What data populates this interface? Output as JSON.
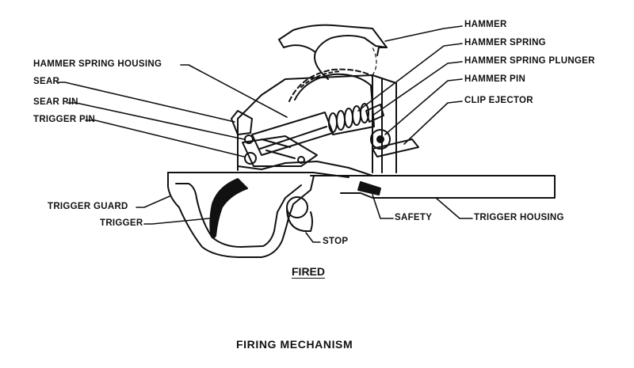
{
  "labels": {
    "hammer": "HAMMER",
    "hammer_spring": "HAMMER SPRING",
    "hammer_spring_plunger": "HAMMER SPRING PLUNGER",
    "hammer_pin": "HAMMER PIN",
    "clip_ejector": "CLIP EJECTOR",
    "hammer_spring_housing": "HAMMER SPRING HOUSING",
    "sear": "SEAR",
    "sear_pin": "SEAR PIN",
    "trigger_pin": "TRIGGER PIN",
    "trigger_guard": "TRIGGER GUARD",
    "trigger": "TRIGGER",
    "safety": "SAFETY",
    "trigger_housing": "TRIGGER HOUSING",
    "stop": "STOP"
  },
  "captions": {
    "state": "FIRED",
    "title": "FIRING MECHANISM"
  },
  "colors": {
    "ink": "#111111",
    "paper": "#ffffff"
  }
}
